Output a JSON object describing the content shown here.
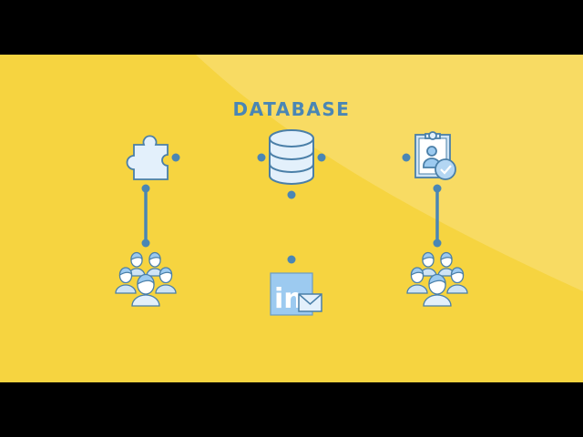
{
  "diagram": {
    "title": "DATABASE",
    "colors": {
      "background_dark": "#f6d440",
      "background_light": "#f8db63",
      "letterbox": "#000000",
      "accent_blue": "#4a86b4",
      "icon_fill": "#e3f0fb",
      "icon_mid": "#9ccaf0",
      "icon_stroke": "#4a7fa8"
    },
    "nodes": [
      {
        "id": "database",
        "icon": "database-icon",
        "label": "DATABASE"
      },
      {
        "id": "integration",
        "icon": "puzzle-piece-icon"
      },
      {
        "id": "verified-profile",
        "icon": "clipboard-user-check-icon"
      },
      {
        "id": "linkedin-email",
        "icon": "linkedin-mail-icon",
        "glyph": "in"
      },
      {
        "id": "audience-left",
        "icon": "user-group-icon"
      },
      {
        "id": "audience-right",
        "icon": "user-group-icon"
      }
    ],
    "edges": [
      {
        "from": "integration",
        "to": "database"
      },
      {
        "from": "database",
        "to": "verified-profile"
      },
      {
        "from": "database",
        "to": "linkedin-email"
      },
      {
        "from": "integration",
        "to": "audience-left"
      },
      {
        "from": "verified-profile",
        "to": "audience-right"
      }
    ]
  }
}
